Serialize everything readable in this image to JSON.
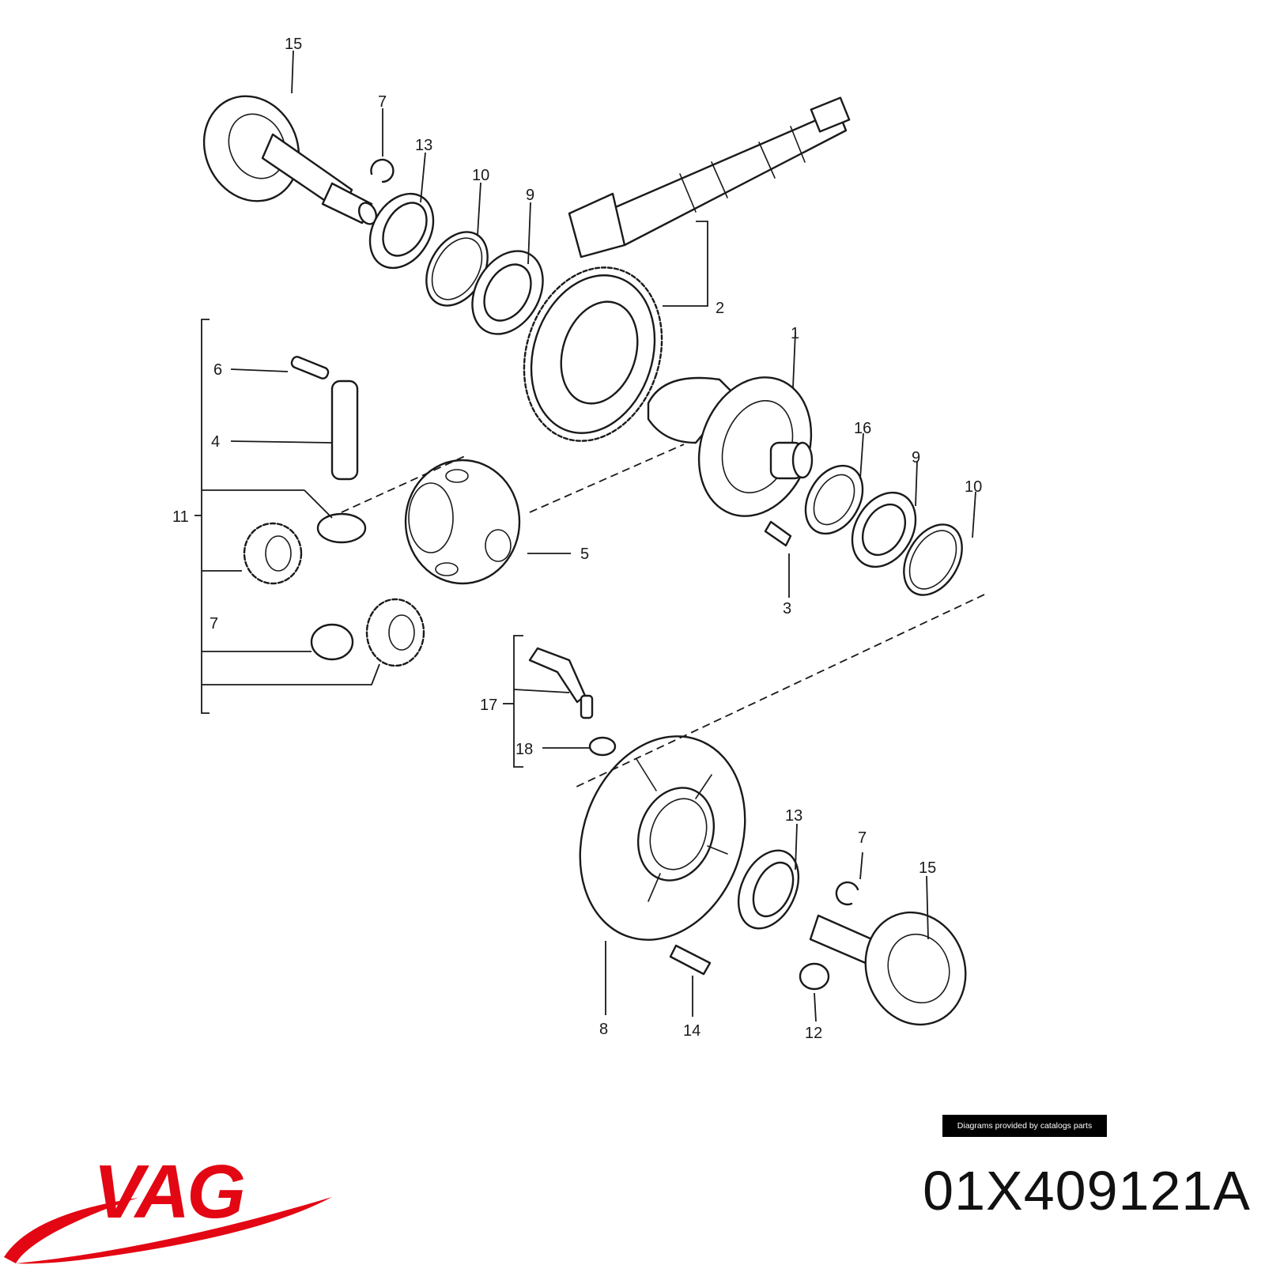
{
  "brand": {
    "name": "VAG",
    "color": "#e30613"
  },
  "part_number": "01X409121A",
  "credit": "Diagrams provided by catalogs parts",
  "callouts": [
    "15",
    "7",
    "13",
    "10",
    "9",
    "2",
    "1",
    "16",
    "9",
    "10",
    "3",
    "5",
    "6",
    "4",
    "11",
    "7",
    "17",
    "18",
    "13",
    "7",
    "15",
    "8",
    "14",
    "12"
  ]
}
